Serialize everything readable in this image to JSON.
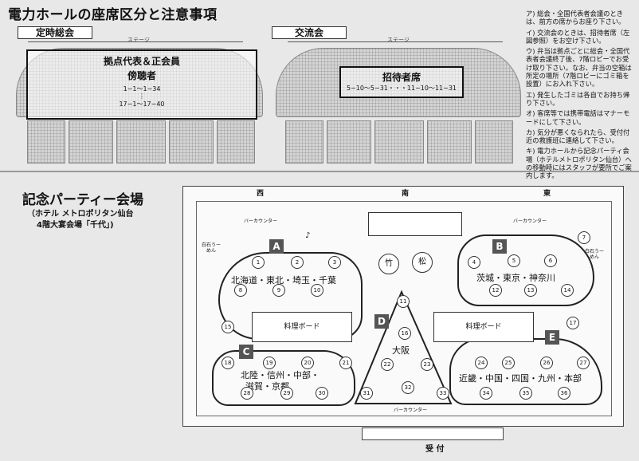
{
  "page_title": "電力ホールの座席区分と注意事項",
  "hall1": {
    "label": "定時総会",
    "stage": "ステージ",
    "highlight_title": "拠点代表＆正会員",
    "highlight_sub": "傍聴者",
    "range_1": "1−1〜1−34",
    "dots": "⋮",
    "range_2": "17−1〜17−40"
  },
  "hall2": {
    "label": "交流会",
    "stage": "ステージ",
    "highlight_title": "招待者席",
    "range": "5−10〜5−31・・・11−10〜11−31"
  },
  "notes": [
    "ア) 総会・全国代表者会議のときは、前方の席からお座り下さい。",
    "イ) 交流会のときは、招待者席（左図参照）をお空け下さい。",
    "ウ) 弁当は拠点ごとに総会・全国代表者会議終了後、7階ロビーでお受け取り下さい。なお、弁当の空箱は所定の場所（7階ロビーにゴミ箱を設置）にお入れ下さい。",
    "エ) 発生したゴミは各自でお持ち帰り下さい。",
    "オ) 客席等では携帯電話はマナーモードにして下さい。",
    "カ) 気分が悪くなられたら、受付付近の救護班に連絡して下さい。",
    "キ) 電力ホールから記念パーティ会場（ホテルメトロポリタン仙台）への移動時にはスタッフが要所でご案内します。"
  ],
  "party": {
    "title": "記念パーティー会場",
    "sub_line1": "（ホテル メトロポリタン仙台",
    "sub_line2": "4階大宴会場「千代」)",
    "dir_west": "西",
    "dir_south": "南",
    "dir_east": "東",
    "bar_counter": "バーカウンター",
    "reception": "受 付",
    "board_label": "料理ボード",
    "shiraishi": "白石うーめん",
    "bamboo": "竹",
    "pine": "松",
    "groups": [
      {
        "letter": "A",
        "area": "北海道・東北・埼玉・千葉"
      },
      {
        "letter": "B",
        "area": "茨城・東京・神奈川"
      },
      {
        "letter": "C",
        "area_1": "北陸・信州・中部・",
        "area_2": "滋賀・京都"
      },
      {
        "letter": "D",
        "area": "大阪"
      },
      {
        "letter": "E",
        "area": "近畿・中国・四国・九州・本部"
      }
    ],
    "tables": [
      "1",
      "2",
      "3",
      "4",
      "5",
      "6",
      "7",
      "8",
      "9",
      "10",
      "11",
      "12",
      "13",
      "14",
      "15",
      "16",
      "17",
      "18",
      "19",
      "20",
      "21",
      "22",
      "23",
      "24",
      "25",
      "26",
      "27",
      "28",
      "29",
      "30",
      "31",
      "32",
      "33",
      "34",
      "35",
      "36"
    ]
  }
}
